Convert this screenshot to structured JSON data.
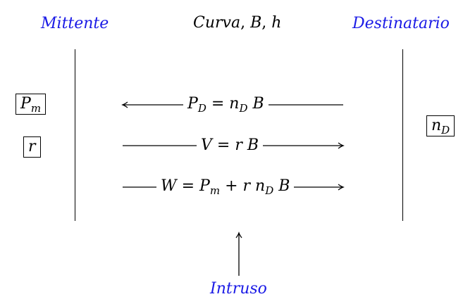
{
  "header": {
    "sender": "Mittente",
    "public": {
      "curve": "Curva",
      "sep1": ", ",
      "base": "B",
      "sep2": ", ",
      "h": "h"
    },
    "recipient": "Destinatario"
  },
  "sender_secrets": {
    "message": {
      "base": "P",
      "sub": "m"
    },
    "random": "r"
  },
  "recipient_secrets": {
    "private_key": {
      "base": "n",
      "sub": "D"
    }
  },
  "messages": [
    {
      "direction": "to-sender",
      "lhs": {
        "base": "P",
        "sub": "D"
      },
      "eq": " = ",
      "rhs": [
        {
          "base": "n",
          "sub": "D"
        },
        {
          "base": " B",
          "sub": ""
        }
      ]
    },
    {
      "direction": "to-recipient",
      "lhs": {
        "base": "V",
        "sub": ""
      },
      "eq": " = ",
      "rhs": [
        {
          "base": "r",
          "sub": ""
        },
        {
          "base": " B",
          "sub": ""
        }
      ]
    },
    {
      "direction": "to-recipient",
      "lhs": {
        "base": "W",
        "sub": ""
      },
      "eq": " = ",
      "rhs": [
        {
          "base": "P",
          "sub": "m"
        },
        {
          "base": " + ",
          "sub": ""
        },
        {
          "base": "r ",
          "sub": ""
        },
        {
          "base": "n",
          "sub": "D"
        },
        {
          "base": " B",
          "sub": ""
        }
      ]
    }
  ],
  "intruder": "Intruso",
  "colors": {
    "roles": "#1a1ae6",
    "ink": "#000000"
  }
}
